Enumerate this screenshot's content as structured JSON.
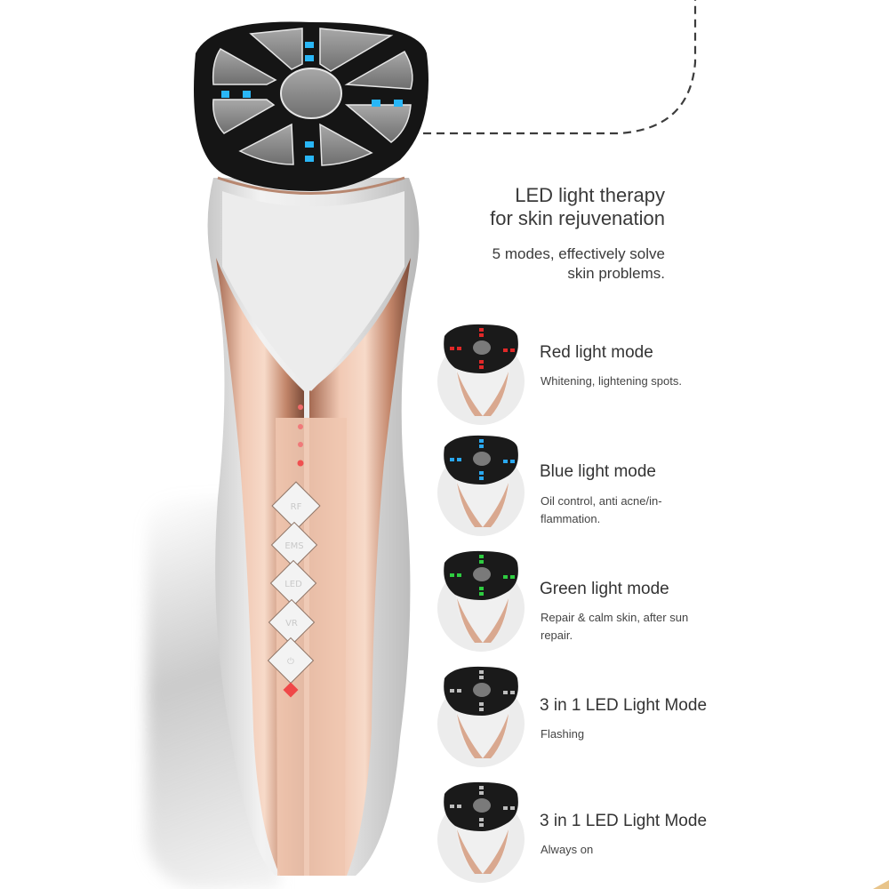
{
  "headline": {
    "title_line1": "LED light therapy",
    "title_line2": "for skin rejuvenation",
    "subtitle_line1": "5 modes, effectively solve",
    "subtitle_line2": "skin problems."
  },
  "device": {
    "buttons": [
      "RF",
      "EMS",
      "LED",
      "VR",
      "power"
    ],
    "head_light_color": "#29b6f6",
    "body_color": "#e6e6e6",
    "accent_color": "#d9a88f",
    "indicator_color": "#f06060"
  },
  "modes": [
    {
      "name": "Red light mode",
      "desc": "Whitening, lightening spots.",
      "light_color": "#e02828"
    },
    {
      "name": "Blue light mode",
      "desc": "Oil control, anti acne/in-flammation.",
      "light_color": "#2aa8f0"
    },
    {
      "name": "Green light mode",
      "desc": "Repair & calm skin, after sun repair.",
      "light_color": "#2ecc40"
    },
    {
      "name": "3 in 1 LED Light Mode",
      "desc": "Flashing",
      "light_color": "#bdbdbd"
    },
    {
      "name": "3 in 1 LED Light Mode",
      "desc": "Always on",
      "light_color": "#bdbdbd"
    }
  ]
}
